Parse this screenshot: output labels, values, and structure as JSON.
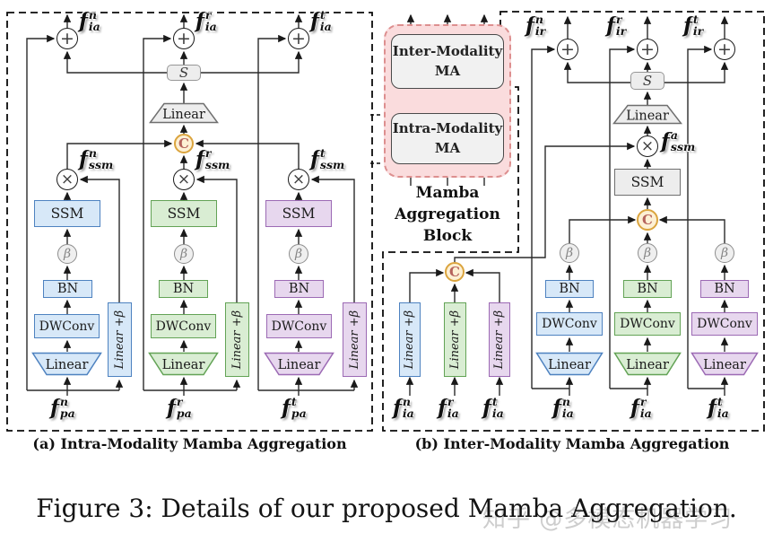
{
  "captions": {
    "panel_a": "(a) Intra-Modality Mamba Aggregation",
    "panel_b": "(b) Inter-Modality Mamba Aggregation",
    "figure": "Figure 3: Details of our proposed Mamba Aggregation.",
    "watermark": "知乎 @多模态机器学习"
  },
  "block_diagram": {
    "inter": {
      "line1": "Inter-Modality",
      "line2": "MA"
    },
    "intra": {
      "line1": "Intra-Modality",
      "line2": "MA"
    },
    "title": {
      "line1": "Mamba",
      "line2": "Aggregation",
      "line3": "Block"
    }
  },
  "ops": {
    "add": "+",
    "mul": "×",
    "concat": "C",
    "scale": "S",
    "beta": "β"
  },
  "blocks": {
    "ssm": "SSM",
    "bn": "BN",
    "dwconv": "DWConv",
    "linear": "Linear",
    "linear_beta": "Linear +β"
  },
  "panel_a": {
    "outputs": [
      {
        "base": "f",
        "sup": "n",
        "sub": "ia"
      },
      {
        "base": "f",
        "sup": "r",
        "sub": "ia"
      },
      {
        "base": "f",
        "sup": "t",
        "sub": "ia"
      }
    ],
    "ssm_features": [
      {
        "base": "f",
        "sup": "n",
        "sub": "ssm"
      },
      {
        "base": "f",
        "sup": "r",
        "sub": "ssm"
      },
      {
        "base": "f",
        "sup": "t",
        "sub": "ssm"
      }
    ],
    "inputs": [
      {
        "base": "f",
        "sup": "n",
        "sub": "pa"
      },
      {
        "base": "f",
        "sup": "r",
        "sub": "pa"
      },
      {
        "base": "f",
        "sup": "t",
        "sub": "pa"
      }
    ]
  },
  "panel_b": {
    "outputs": [
      {
        "base": "f",
        "sup": "n",
        "sub": "ir"
      },
      {
        "base": "f",
        "sup": "r",
        "sub": "ir"
      },
      {
        "base": "f",
        "sup": "t",
        "sub": "ir"
      }
    ],
    "ssm_feature": {
      "base": "f",
      "sup": "a",
      "sub": "ssm"
    },
    "left_inputs": [
      {
        "base": "f",
        "sup": "n",
        "sub": "ia"
      },
      {
        "base": "f",
        "sup": "r",
        "sub": "ia"
      },
      {
        "base": "f",
        "sup": "t",
        "sub": "ia"
      }
    ],
    "right_inputs": [
      {
        "base": "f",
        "sup": "n",
        "sub": "ia"
      },
      {
        "base": "f",
        "sup": "r",
        "sub": "ia"
      },
      {
        "base": "f",
        "sup": "t",
        "sub": "ia"
      }
    ]
  },
  "colors": {
    "blue_fill": "#d7e8f8",
    "blue_border": "#4e82c0",
    "green_fill": "#d9edd3",
    "green_border": "#63a356",
    "purple_fill": "#e7d7ee",
    "purple_border": "#9c6ab4",
    "pink_fill": "#fadcdd",
    "pink_border": "#dd8f8f",
    "concat_ring": "#dba43e",
    "gray_fill": "#ededed"
  }
}
